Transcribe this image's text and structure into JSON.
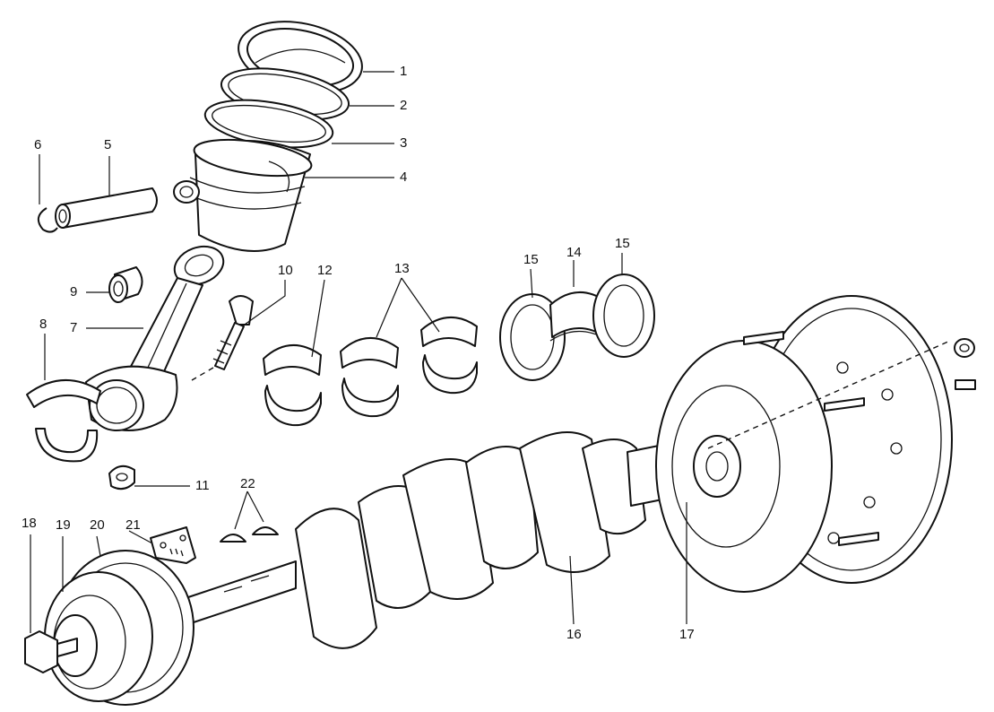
{
  "callouts": [
    {
      "id": "c1",
      "text": "1"
    },
    {
      "id": "c2",
      "text": "2"
    },
    {
      "id": "c3",
      "text": "3"
    },
    {
      "id": "c4",
      "text": "4"
    },
    {
      "id": "c5",
      "text": "5"
    },
    {
      "id": "c6",
      "text": "6"
    },
    {
      "id": "c7",
      "text": "7"
    },
    {
      "id": "c8",
      "text": "8"
    },
    {
      "id": "c9",
      "text": "9"
    },
    {
      "id": "c10",
      "text": "10"
    },
    {
      "id": "c11",
      "text": "11"
    },
    {
      "id": "c12",
      "text": "12"
    },
    {
      "id": "c13",
      "text": "13"
    },
    {
      "id": "c14",
      "text": "14"
    },
    {
      "id": "c15a",
      "text": "15"
    },
    {
      "id": "c15b",
      "text": "15"
    },
    {
      "id": "c16",
      "text": "16"
    },
    {
      "id": "c17",
      "text": "17"
    },
    {
      "id": "c18",
      "text": "18"
    },
    {
      "id": "c19",
      "text": "19"
    },
    {
      "id": "c20",
      "text": "20"
    },
    {
      "id": "c21",
      "text": "21"
    },
    {
      "id": "c22",
      "text": "22"
    }
  ],
  "colors": {
    "ink": "#111111",
    "paper": "#ffffff"
  },
  "icons": [
    "piston-ring-icon",
    "piston-icon",
    "piston-pin-icon",
    "circlip-icon",
    "connecting-rod-icon",
    "bearing-shell-icon",
    "thrust-washer-icon",
    "crankshaft-icon",
    "flywheel-icon",
    "pulley-icon",
    "bolt-icon",
    "nut-icon",
    "key-icon",
    "plate-icon"
  ]
}
